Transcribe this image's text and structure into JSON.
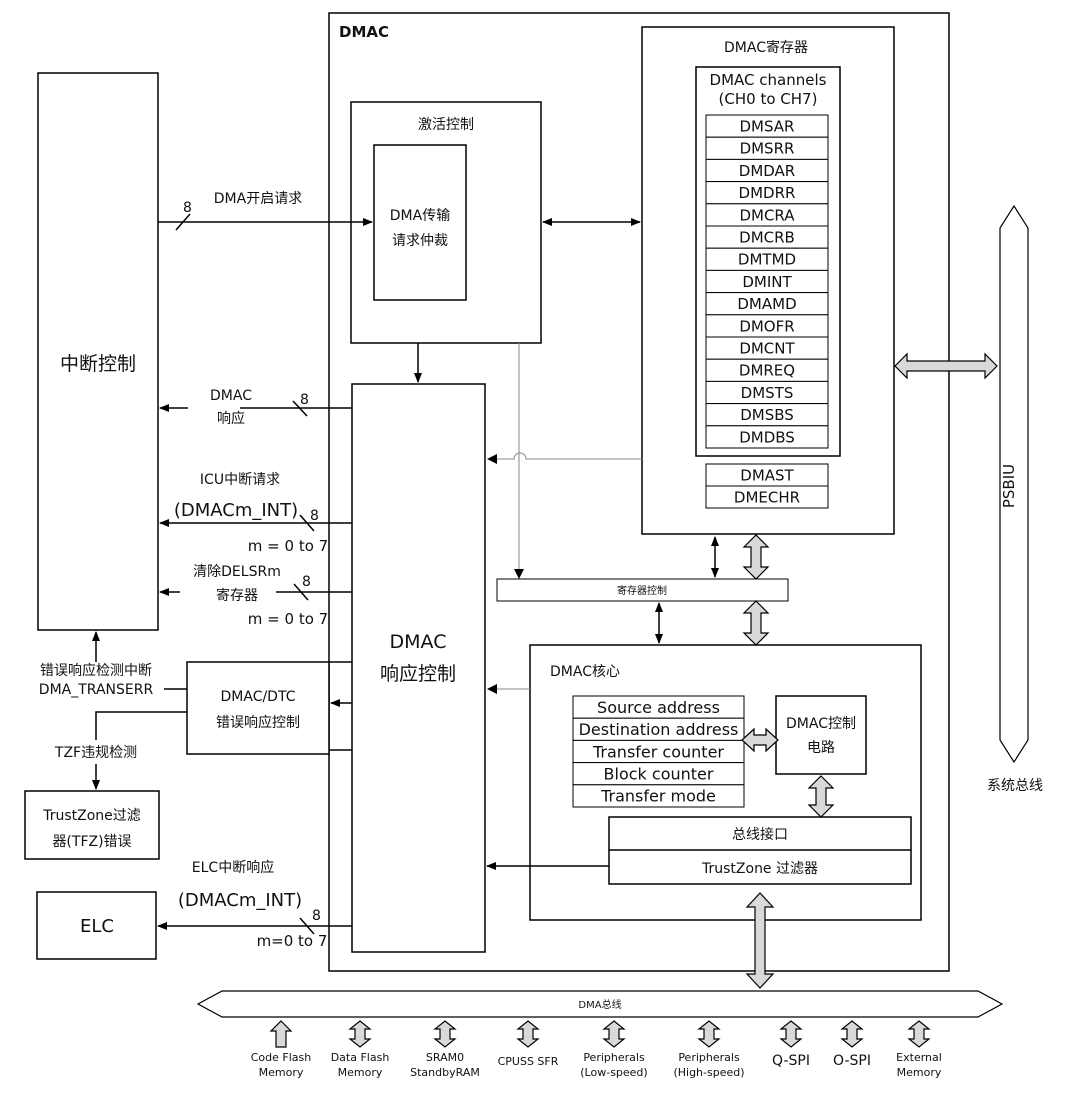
{
  "dmac": {
    "title": "DMAC"
  },
  "interrupt": {
    "label": "中断控制"
  },
  "activation": {
    "title": "激活控制",
    "arbiter_line1": "DMA传输",
    "arbiter_line2": "请求仲裁"
  },
  "registers": {
    "title": "DMAC寄存器",
    "channels_line1": "DMAC channels",
    "channels_line2": "(CH0 to CH7)",
    "channel_regs": [
      "DMSAR",
      "DMSRR",
      "DMDAR",
      "DMDRR",
      "DMCRA",
      "DMCRB",
      "DMTMD",
      "DMINT",
      "DMAMD",
      "DMOFR",
      "DMCNT",
      "DMREQ",
      "DMSTS",
      "DMSBS",
      "DMDBS"
    ],
    "common_regs": [
      "DMAST",
      "DMECHR"
    ]
  },
  "reg_ctrl": {
    "label": "寄存器控制"
  },
  "response": {
    "line1": "DMAC",
    "line2": "响应控制"
  },
  "core": {
    "title": "DMAC核心",
    "items": [
      "Source address",
      "Destination address",
      "Transfer counter",
      "Block counter",
      "Transfer mode"
    ],
    "ctrl_line1": "DMAC控制",
    "ctrl_line2": "电路",
    "bus_if": "总线接口",
    "tz_filter": "TrustZone 过滤器"
  },
  "error_ctrl": {
    "line1": "DMAC/DTC",
    "line2": "错误响应控制"
  },
  "tfz": {
    "line1": "TrustZone过滤",
    "line2": "器(TFZ)错误"
  },
  "elc": {
    "label": "ELC"
  },
  "psbiu": {
    "label": "PSBIU",
    "caption": "系统总线"
  },
  "signals": {
    "dma_start": "DMA开启请求",
    "bus_width": "8",
    "dmac_resp_line1": "DMAC",
    "dmac_resp_line2": "响应",
    "icu_req": "ICU中断请求",
    "dmacm_int": "(DMACm_INT)",
    "m_range": "m = 0 to 7",
    "clear_line1": "清除DELSRm",
    "clear_line2": "寄存器",
    "err_line1": "错误响应检测中断",
    "err_line2": "DMA_TRANSERR",
    "tzf_detect": "TZF违规检测",
    "elc_resp": "ELC中断响应",
    "m_range_compact": "m=0 to 7"
  },
  "dma_bus": {
    "label": "DMA总线",
    "targets": [
      {
        "line1": "Code Flash",
        "line2": "Memory"
      },
      {
        "line1": "Data Flash",
        "line2": "Memory"
      },
      {
        "line1": "SRAM0",
        "line2": "StandbyRAM"
      },
      {
        "line1": "CPUSS SFR",
        "line2": ""
      },
      {
        "line1": "Peripherals",
        "line2": "(Low-speed)"
      },
      {
        "line1": "Peripherals",
        "line2": "(High-speed)"
      },
      {
        "line1": "Q-SPI",
        "line2": ""
      },
      {
        "line1": "O-SPI",
        "line2": ""
      },
      {
        "line1": "External",
        "line2": "Memory"
      }
    ]
  }
}
